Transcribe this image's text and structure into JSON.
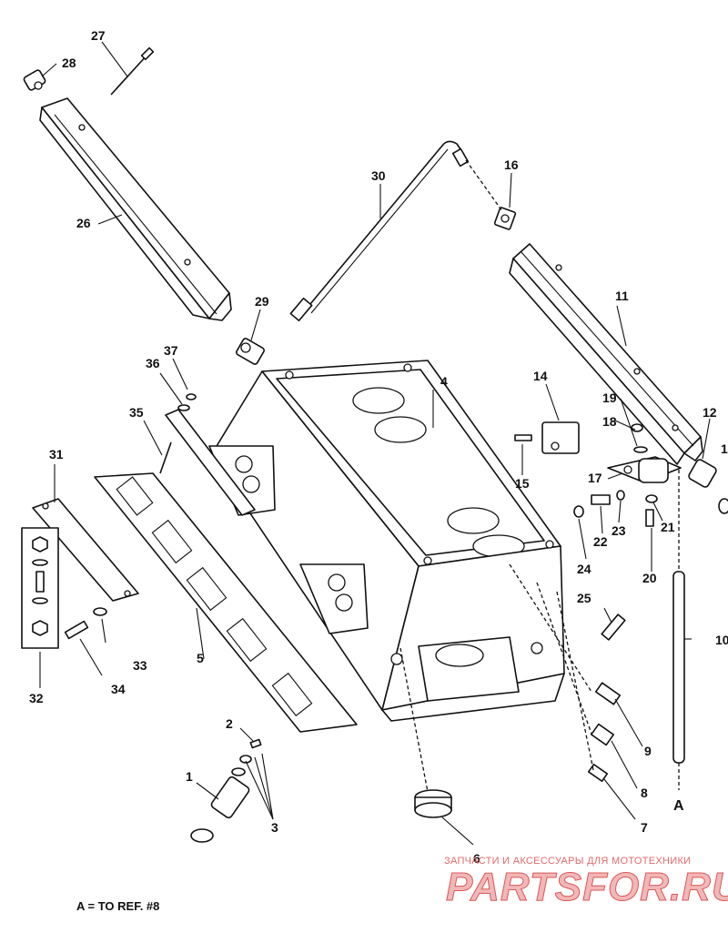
{
  "callouts": {
    "c1": "1",
    "c2": "2",
    "c3": "3",
    "c4": "4",
    "c5": "5",
    "c6": "6",
    "c7": "7",
    "c8": "8",
    "c9": "9",
    "c10": "10",
    "c11": "11",
    "c12": "12",
    "c13": "1",
    "c14": "14",
    "c15": "15",
    "c16": "16",
    "c17": "17",
    "c18": "18",
    "c19": "19",
    "c20": "20",
    "c21": "21",
    "c22": "22",
    "c23": "23",
    "c24": "24",
    "c25": "25",
    "c26": "26",
    "c27": "27",
    "c28": "28",
    "c29": "29",
    "c30": "30",
    "c31": "31",
    "c32": "32",
    "c33": "33",
    "c34": "34",
    "c35": "35",
    "c36": "36",
    "c37": "37",
    "ref_a": "A"
  },
  "note": "A = TO REF. #8",
  "watermark": {
    "tagline": "ЗАПЧАСТИ И АКСЕССУАРЫ ДЛЯ МОТОТЕХНИКИ",
    "brand": "PARTSFOR.RU"
  }
}
